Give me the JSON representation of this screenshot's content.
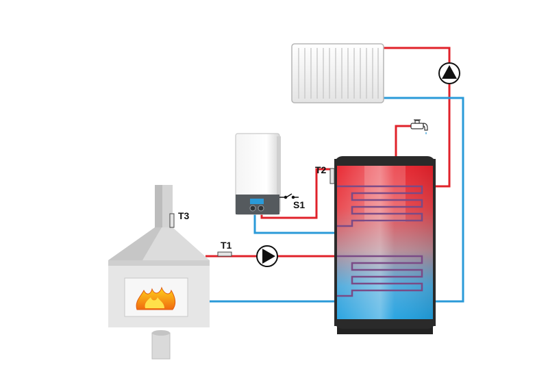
{
  "labels": {
    "t1": "T1",
    "t2": "T2",
    "t3": "T3",
    "s1": "S1"
  },
  "colors": {
    "hot_pipe": "#e0222a",
    "cold_pipe": "#2a9ad8",
    "tank_hot": "#e8202a",
    "tank_cold": "#1ea0e0",
    "fire_orange": "#f08a10",
    "fire_yellow": "#ffd21a",
    "boiler_panel": "#555a5e",
    "display": "#2a9ad8"
  },
  "icons": {
    "pump_main": "circulation-pump-icon",
    "pump_radiator": "circulation-pump-icon",
    "tap": "water-tap-icon",
    "switch": "switch-icon"
  }
}
